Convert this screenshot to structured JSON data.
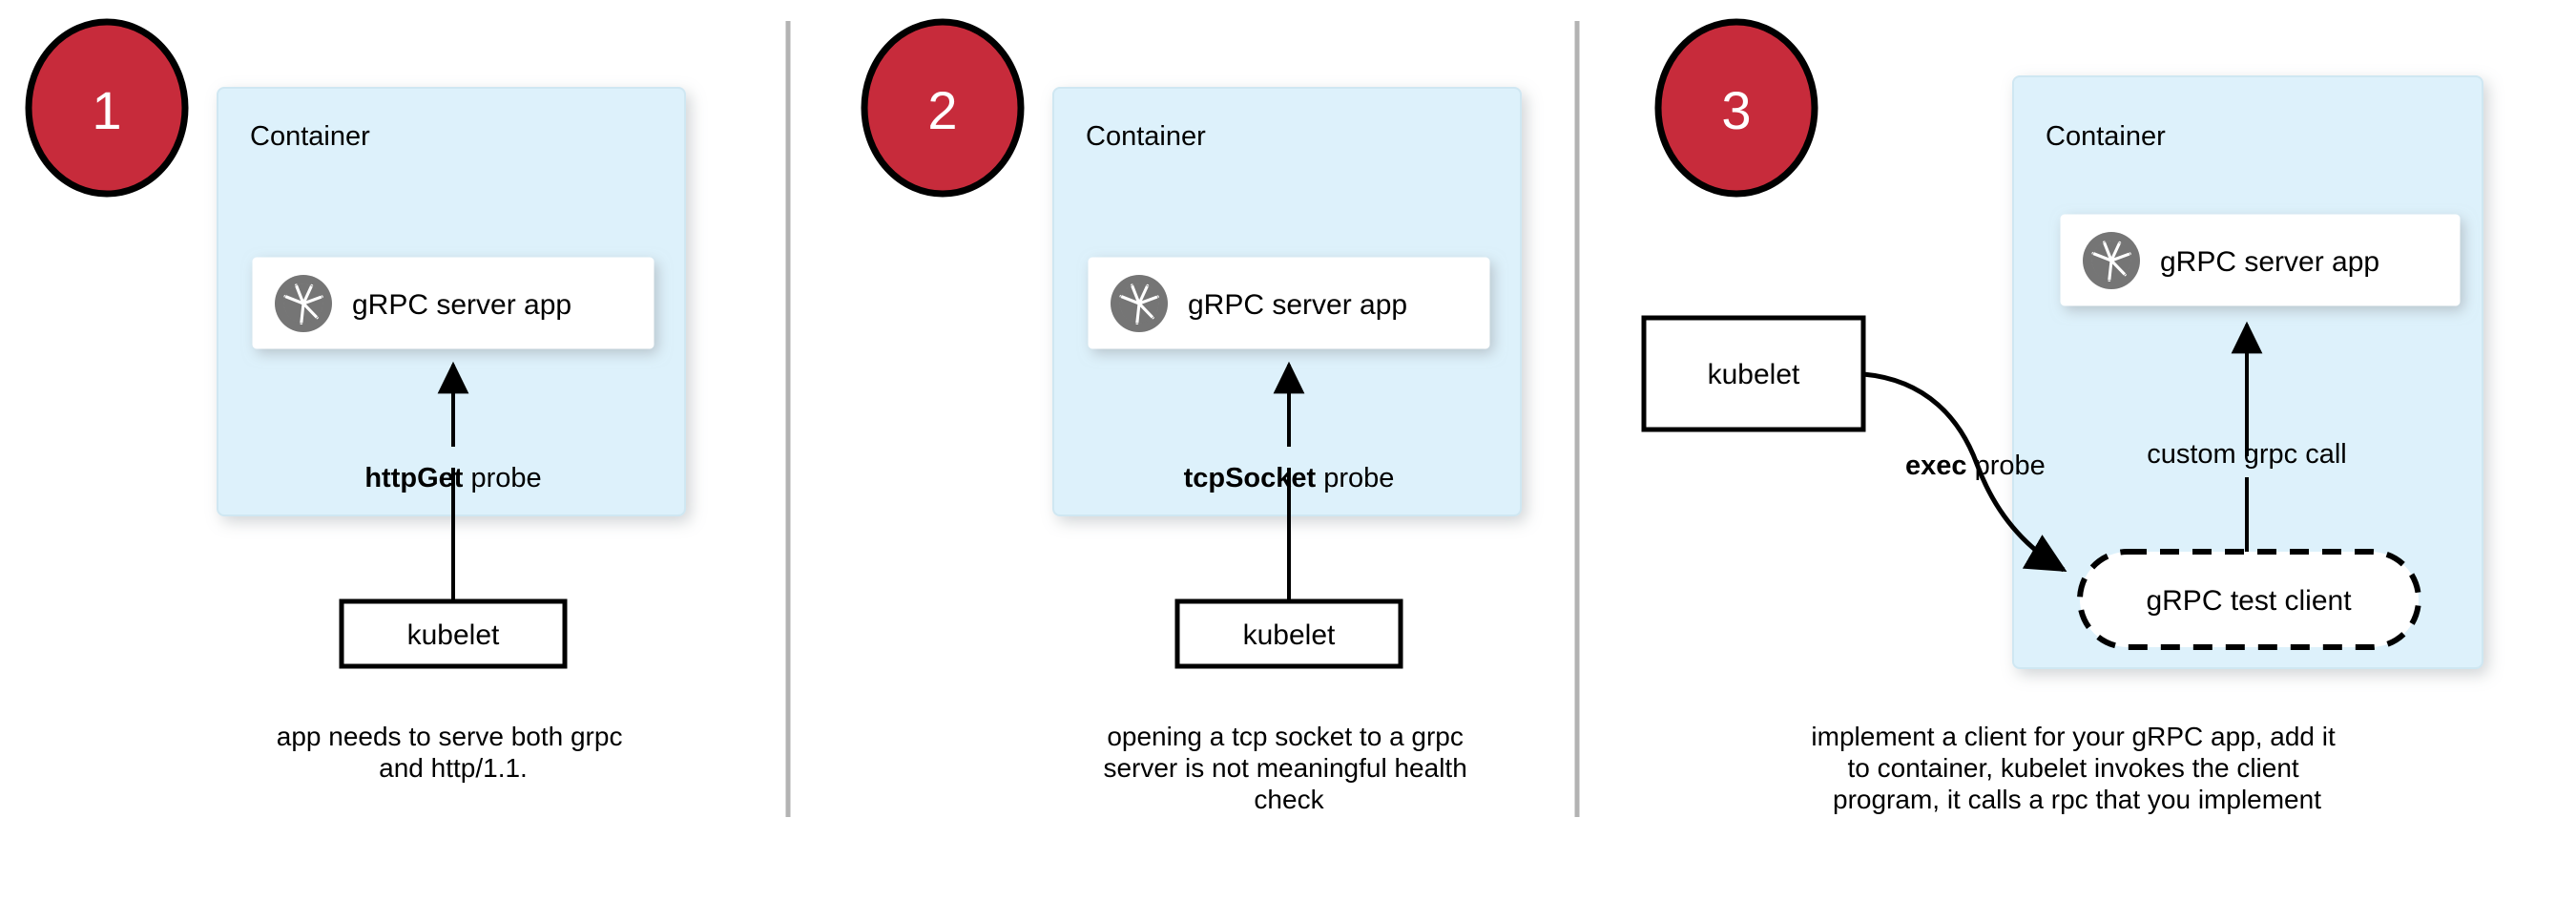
{
  "diagram": {
    "title": "gRPC health probe approaches in Kubernetes",
    "colors": {
      "badge_fill": "#c72b3b",
      "badge_stroke": "#000000",
      "container_fill": "#ddf1fb",
      "container_stroke": "#cfe7f2",
      "app_box_fill": "#ffffff",
      "divider": "#b3b3b3",
      "arrow": "#000000",
      "icon_gray": "#757575",
      "text": "#000000"
    },
    "dividers": 2,
    "panels": [
      {
        "badge": "1",
        "container_label": "Container",
        "app_box": {
          "icon": "grpc-aperture-icon",
          "label": "gRPC server app"
        },
        "probe": {
          "bold": "httpGet",
          "rest": " probe"
        },
        "kubelet_label": "kubelet",
        "caption_lines": [
          "app needs to serve both grpc",
          "and http/1.1."
        ]
      },
      {
        "badge": "2",
        "container_label": "Container",
        "app_box": {
          "icon": "grpc-aperture-icon",
          "label": "gRPC server app"
        },
        "probe": {
          "bold": "tcpSocket",
          "rest": " probe"
        },
        "kubelet_label": "kubelet",
        "caption_lines": [
          "opening a tcp socket to a grpc",
          "server is not meaningful health",
          "check"
        ]
      },
      {
        "badge": "3",
        "container_label": "Container",
        "app_box": {
          "icon": "grpc-aperture-icon",
          "label": "gRPC server app"
        },
        "probe": {
          "bold": "exec",
          "rest": " probe"
        },
        "kubelet_label": "kubelet",
        "call_label": "custom grpc call",
        "test_client_label": "gRPC test client",
        "caption_lines": [
          "implement a client for your gRPC app, add it",
          "to container, kubelet invokes the client",
          "program, it calls a rpc that you implement"
        ]
      }
    ]
  }
}
